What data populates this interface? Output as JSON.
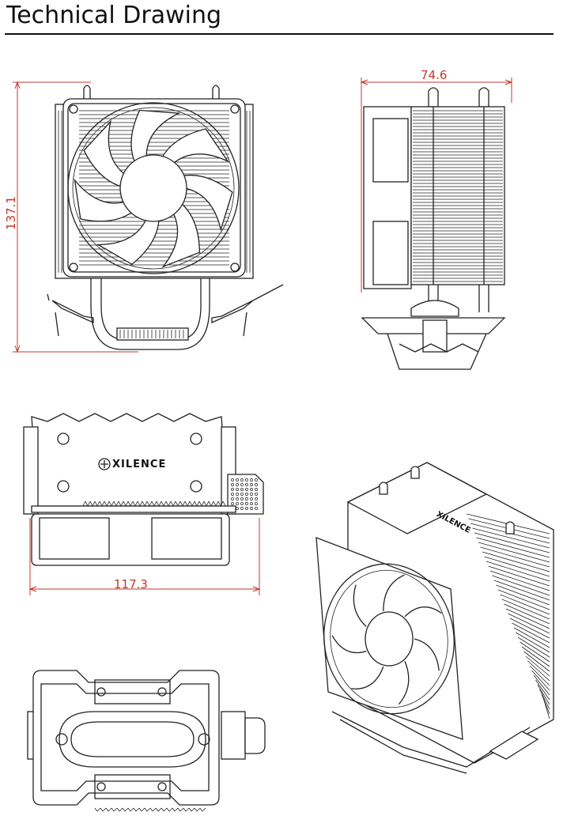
{
  "page": {
    "title": "Technical Drawing"
  },
  "dimensions": {
    "height_label": "137.1",
    "depth_label": "74.6",
    "width_label": "117.3"
  },
  "brand": {
    "logo_text": "XILENCE"
  },
  "colors": {
    "dimension": "#c0392b",
    "line": "#222222"
  }
}
